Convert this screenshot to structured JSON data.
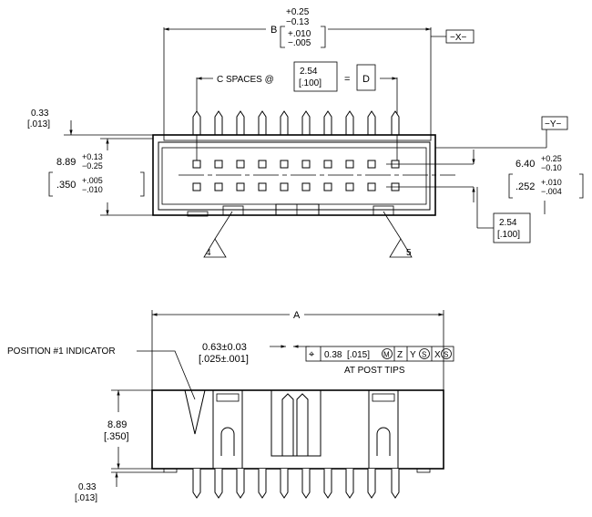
{
  "top_view": {
    "dim_b": {
      "label": "B",
      "tol_mm_plus": "+0.25",
      "tol_mm_minus": "−0.13",
      "tol_in_plus": "+.010",
      "tol_in_minus": "−.005"
    },
    "datum_x": "−X−",
    "datum_y": "−Y−",
    "spaces": {
      "prefix": "C SPACES @",
      "pitch_mm": "2.54",
      "pitch_in": "[.100]",
      "equals": "=",
      "result": "D"
    },
    "left_offset": {
      "mm": "0.33",
      "in": "[.013]"
    },
    "height": {
      "mm": "8.89",
      "mm_plus": "+0.13",
      "mm_minus": "−0.25",
      "in": ".350",
      "in_plus": "+.005",
      "in_minus": "−.010"
    },
    "row_spacing": {
      "mm": "6.40",
      "mm_plus": "+0.25",
      "mm_minus": "−0.10",
      "in": ".252",
      "in_plus": "+.010",
      "in_minus": "−.004"
    },
    "pitch_box": {
      "mm": "2.54",
      "in": "[.100]"
    },
    "note_4": "4",
    "note_5": "5"
  },
  "side_view": {
    "dim_a": "A",
    "position_label": "POSITION #1 INDICATOR",
    "post_width": {
      "mm": "0.63±0.03",
      "in": "[.025±.001]"
    },
    "fcf": {
      "sym": "⌖",
      "tol": "0.38",
      "tol_in": "[.015]",
      "mod1": "M",
      "d1": "Z",
      "d2": "Y",
      "mod2": "S",
      "d3": "X",
      "mod3": "S"
    },
    "at_post_tips": "AT POST TIPS",
    "height": {
      "mm": "8.89",
      "in": "[.350]"
    },
    "bottom_offset": {
      "mm": "0.33",
      "in": "[.013]"
    }
  }
}
